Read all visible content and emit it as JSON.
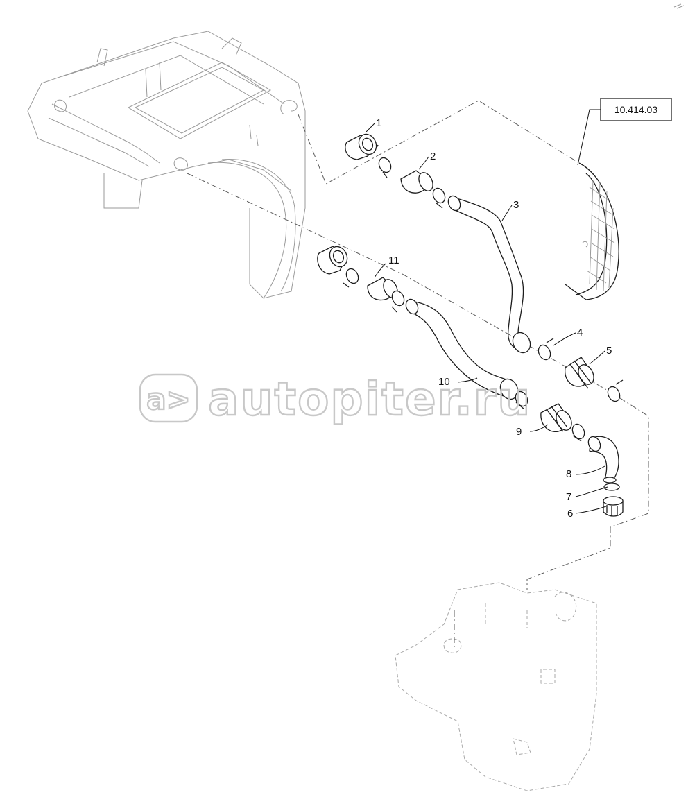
{
  "reference": "10.414.03",
  "callouts": [
    "1",
    "2",
    "3",
    "4",
    "5",
    "6",
    "7",
    "8",
    "9",
    "10",
    "11"
  ],
  "watermark": {
    "logo": "a>",
    "text": "autopiter.ru"
  },
  "colors": {
    "line": "#1c1c1c",
    "ghost": "#9a9a9a",
    "watermark": "#c8c8c8"
  }
}
